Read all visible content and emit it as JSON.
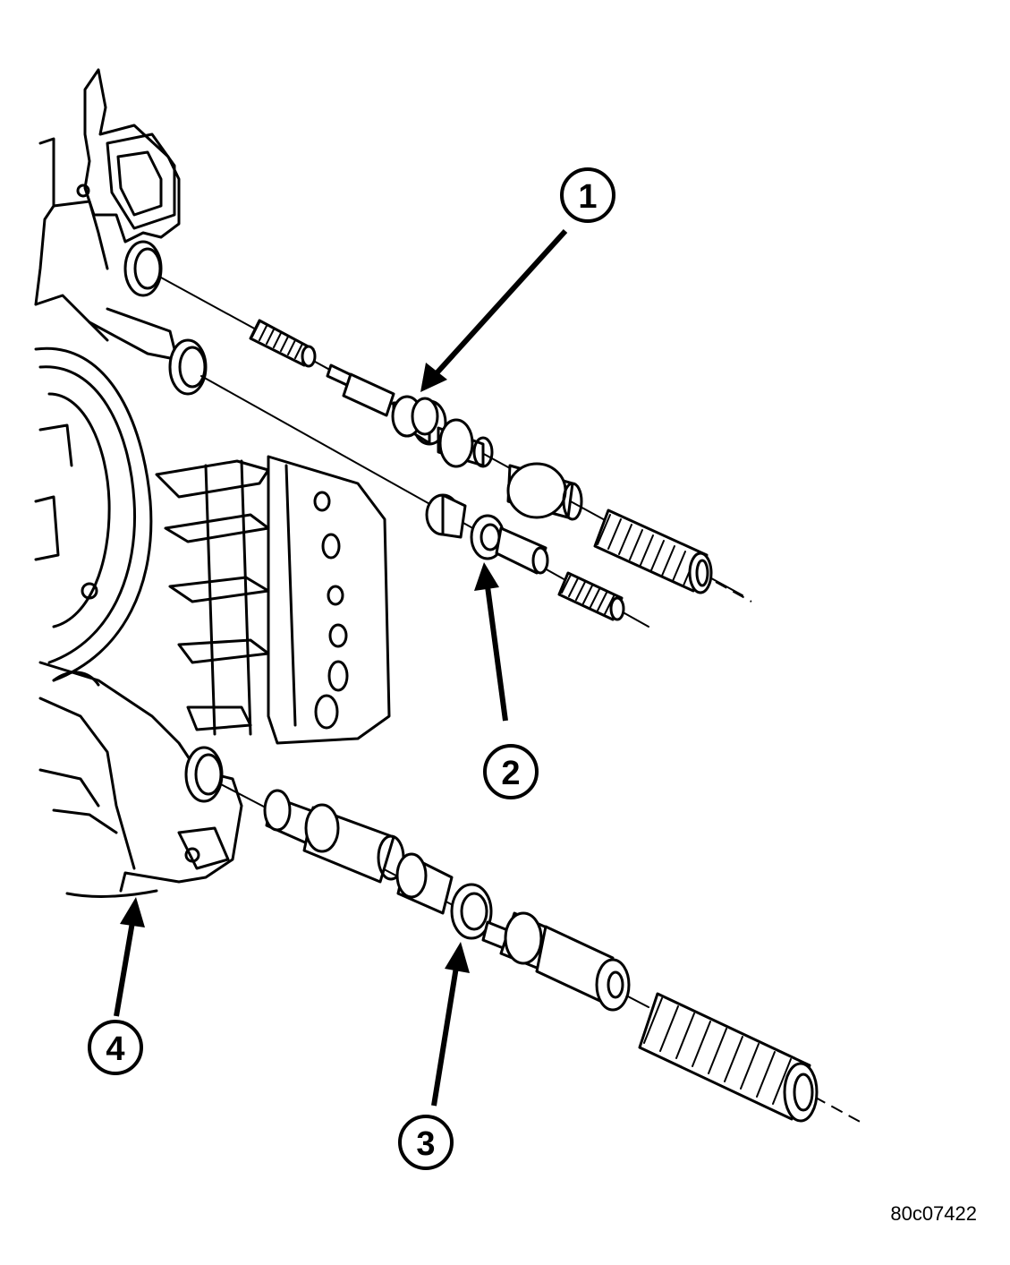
{
  "callouts": {
    "c1": "1",
    "c2": "2",
    "c3": "3",
    "c4": "4"
  },
  "figure_id": "80c07422",
  "colors": {
    "ink": "#000000",
    "paper": "#ffffff"
  }
}
